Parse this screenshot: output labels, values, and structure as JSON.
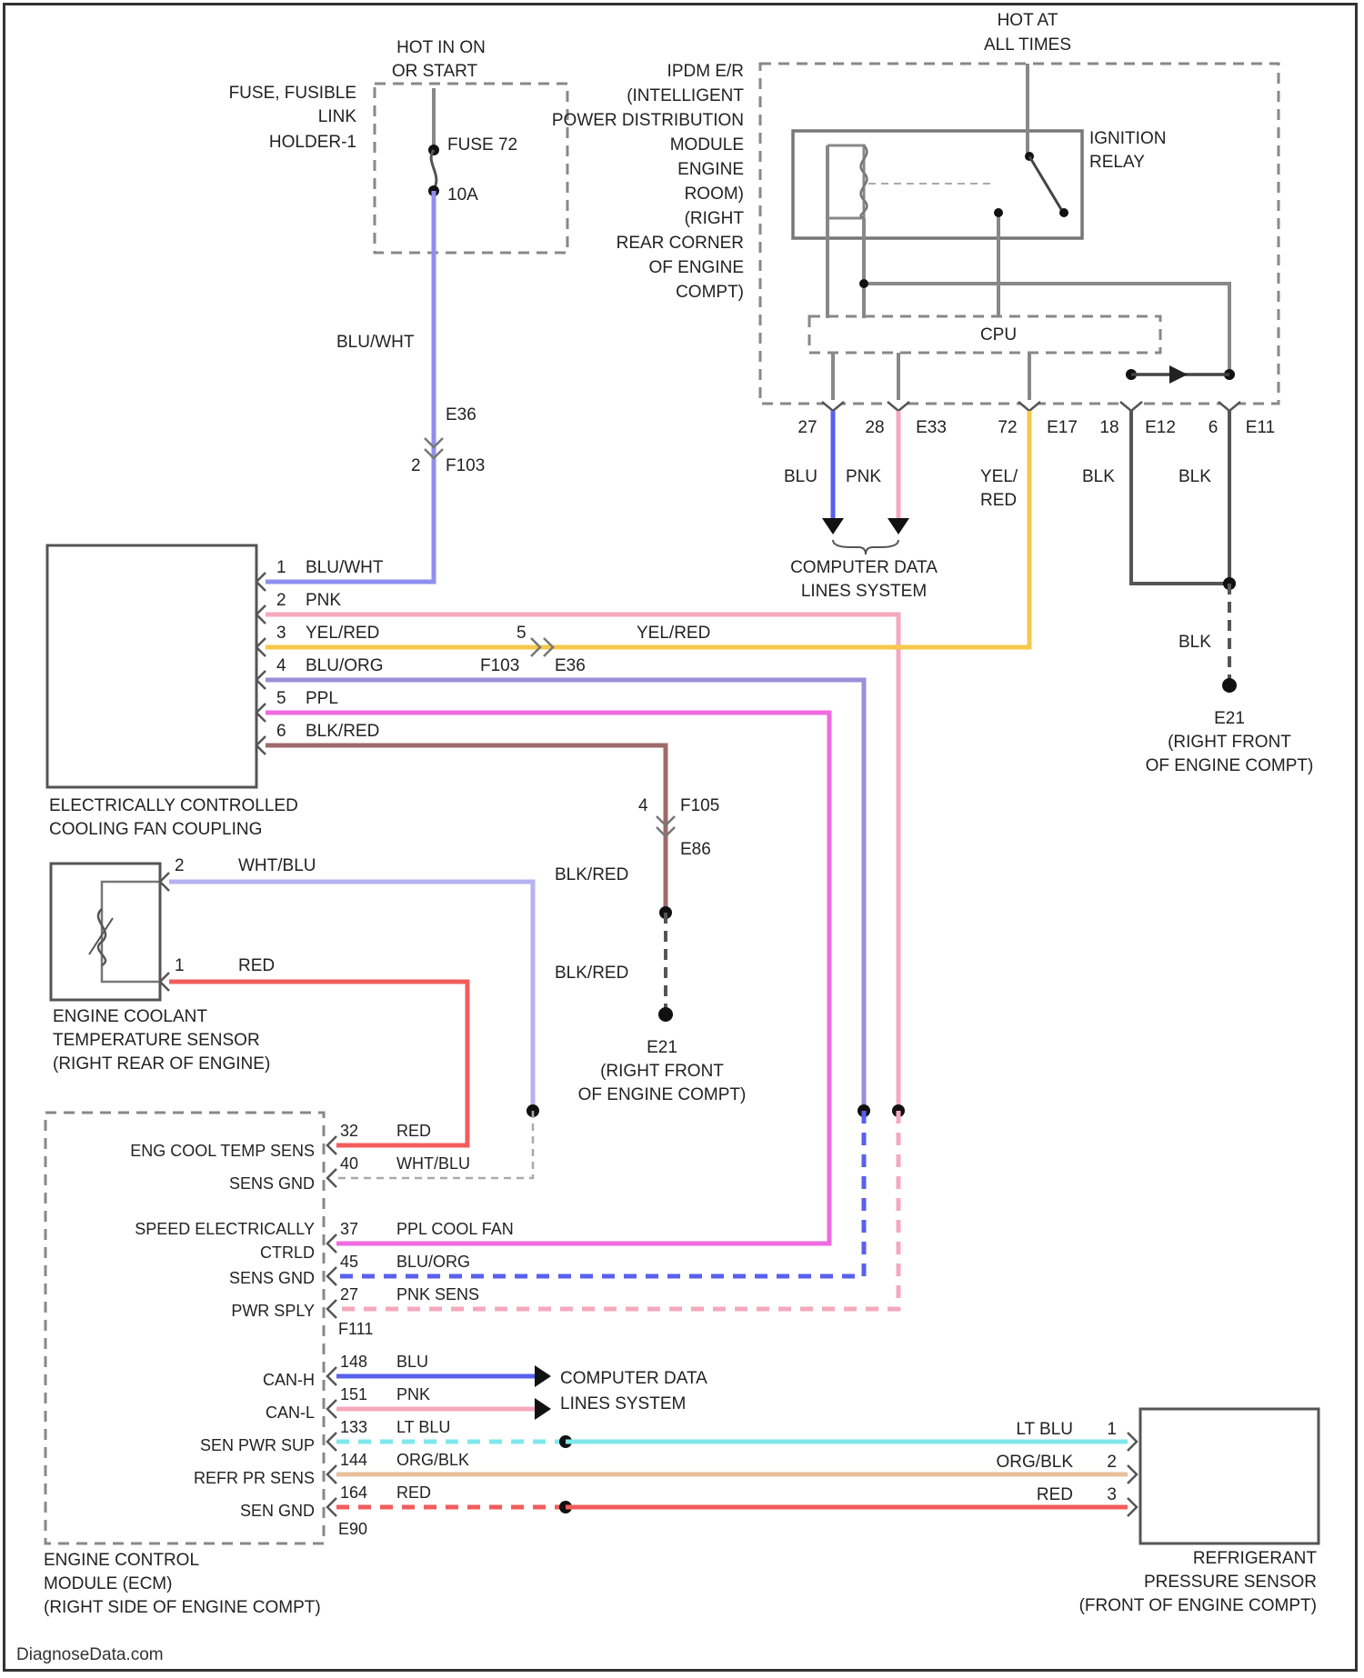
{
  "colors": {
    "blu_wht": "#8f8ff0",
    "pnk": "#f5a9bd",
    "yel_red": "#f5c84a",
    "blu_org": "#9b8fd8",
    "ppl": "#f06ae0",
    "blk_red": "#9e6a6a",
    "wht_blu": "#b7b2f0",
    "red": "#f25c5c",
    "blu": "#5860ee",
    "lt_blu": "#7fe8ec",
    "org_blk": "#e6c09a",
    "blk": "#666666"
  },
  "fuse_holder": {
    "power_label": [
      "HOT IN ON",
      "OR START"
    ],
    "name": [
      "FUSE, FUSIBLE",
      "LINK",
      "HOLDER-1"
    ],
    "fuse": [
      "FUSE 72",
      "10A"
    ]
  },
  "ipdm": {
    "power_label": [
      "HOT AT",
      "ALL TIMES"
    ],
    "name": [
      "IPDM E/R",
      "(INTELLIGENT",
      "POWER DISTRIBUTION",
      "MODULE",
      "ENGINE",
      "ROOM)",
      "(RIGHT",
      "REAR CORNER",
      "OF ENGINE",
      "COMPT)"
    ],
    "relay": [
      "IGNITION",
      "RELAY"
    ],
    "cpu": "CPU",
    "pins": [
      {
        "num": "27",
        "conn": ""
      },
      {
        "num": "28",
        "conn": "E33"
      },
      {
        "num": "72",
        "conn": "E17"
      },
      {
        "num": "18",
        "conn": "E12"
      },
      {
        "num": "6",
        "conn": "E11"
      }
    ]
  },
  "wires": {
    "blu_wht_top": "BLU/WHT",
    "e36_top": "E36",
    "f103_pin": "2",
    "f103": "F103",
    "blu": "BLU",
    "pnk": "PNK",
    "yel_red_top": [
      "YEL/",
      "RED"
    ],
    "blk_a": "BLK",
    "blk_b": "BLK",
    "blk_c": "BLK",
    "computer_data": [
      "COMPUTER DATA",
      "LINES SYSTEM"
    ],
    "yel_red_mid": "YEL/RED",
    "inline_pin_5": "5",
    "f103_mid": "F103",
    "e36_mid": "E36",
    "pin4": "4",
    "f105": "F105",
    "e86": "E86",
    "blk_red_1": "BLK/RED",
    "blk_red_2": "BLK/RED"
  },
  "grounds": {
    "e21_right": [
      "E21",
      "(RIGHT FRONT",
      "OF ENGINE COMPT)"
    ],
    "e21_mid": [
      "E21",
      "(RIGHT FRONT",
      "OF ENGINE COMPT)"
    ]
  },
  "fan_coupling": {
    "name": [
      "ELECTRICALLY CONTROLLED",
      "COOLING FAN COUPLING"
    ],
    "pins": [
      {
        "num": "1",
        "wire": "BLU/WHT"
      },
      {
        "num": "2",
        "wire": "PNK"
      },
      {
        "num": "3",
        "wire": "YEL/RED"
      },
      {
        "num": "4",
        "wire": "BLU/ORG"
      },
      {
        "num": "5",
        "wire": "PPL"
      },
      {
        "num": "6",
        "wire": "BLK/RED"
      }
    ]
  },
  "coolant_sensor": {
    "name": [
      "ENGINE COOLANT",
      "TEMPERATURE SENSOR",
      "(RIGHT REAR OF ENGINE)"
    ],
    "pins": [
      {
        "num": "2",
        "wire": "WHT/BLU"
      },
      {
        "num": "1",
        "wire": "RED"
      }
    ]
  },
  "ecm": {
    "name": [
      "ENGINE CONTROL",
      "MODULE (ECM)",
      "(RIGHT SIDE OF ENGINE COMPT)"
    ],
    "rows": [
      {
        "label": "ENG COOL TEMP SENS",
        "pin": "32",
        "wire": "RED"
      },
      {
        "label": "SENS GND",
        "pin": "40",
        "wire": "WHT/BLU"
      },
      {
        "label": "SPEED ELECTRICALLY",
        "pin": "",
        "wire": ""
      },
      {
        "label": "CTRLD",
        "pin": "37",
        "wire": "PPL COOL FAN"
      },
      {
        "label": "SENS GND",
        "pin": "45",
        "wire": "BLU/ORG"
      },
      {
        "label": "PWR SPLY",
        "pin": "27",
        "wire": "PNK SENS"
      }
    ],
    "conn_a": "F111",
    "rows_b": [
      {
        "label": "CAN-H",
        "pin": "148",
        "wire": "BLU"
      },
      {
        "label": "CAN-L",
        "pin": "151",
        "wire": "PNK"
      },
      {
        "label": "SEN PWR SUP",
        "pin": "133",
        "wire": "LT BLU"
      },
      {
        "label": "REFR PR SENS",
        "pin": "144",
        "wire": "ORG/BLK"
      },
      {
        "label": "SEN GND",
        "pin": "164",
        "wire": "RED"
      }
    ],
    "conn_b": "E90",
    "computer_data": [
      "COMPUTER DATA",
      "LINES SYSTEM"
    ]
  },
  "refrigerant_sensor": {
    "name": [
      "REFRIGERANT",
      "PRESSURE SENSOR",
      "(FRONT OF ENGINE COMPT)"
    ],
    "pins": [
      {
        "num": "1",
        "wire": "LT BLU"
      },
      {
        "num": "2",
        "wire": "ORG/BLK"
      },
      {
        "num": "3",
        "wire": "RED"
      }
    ]
  },
  "footer": "DiagnoseData.com"
}
